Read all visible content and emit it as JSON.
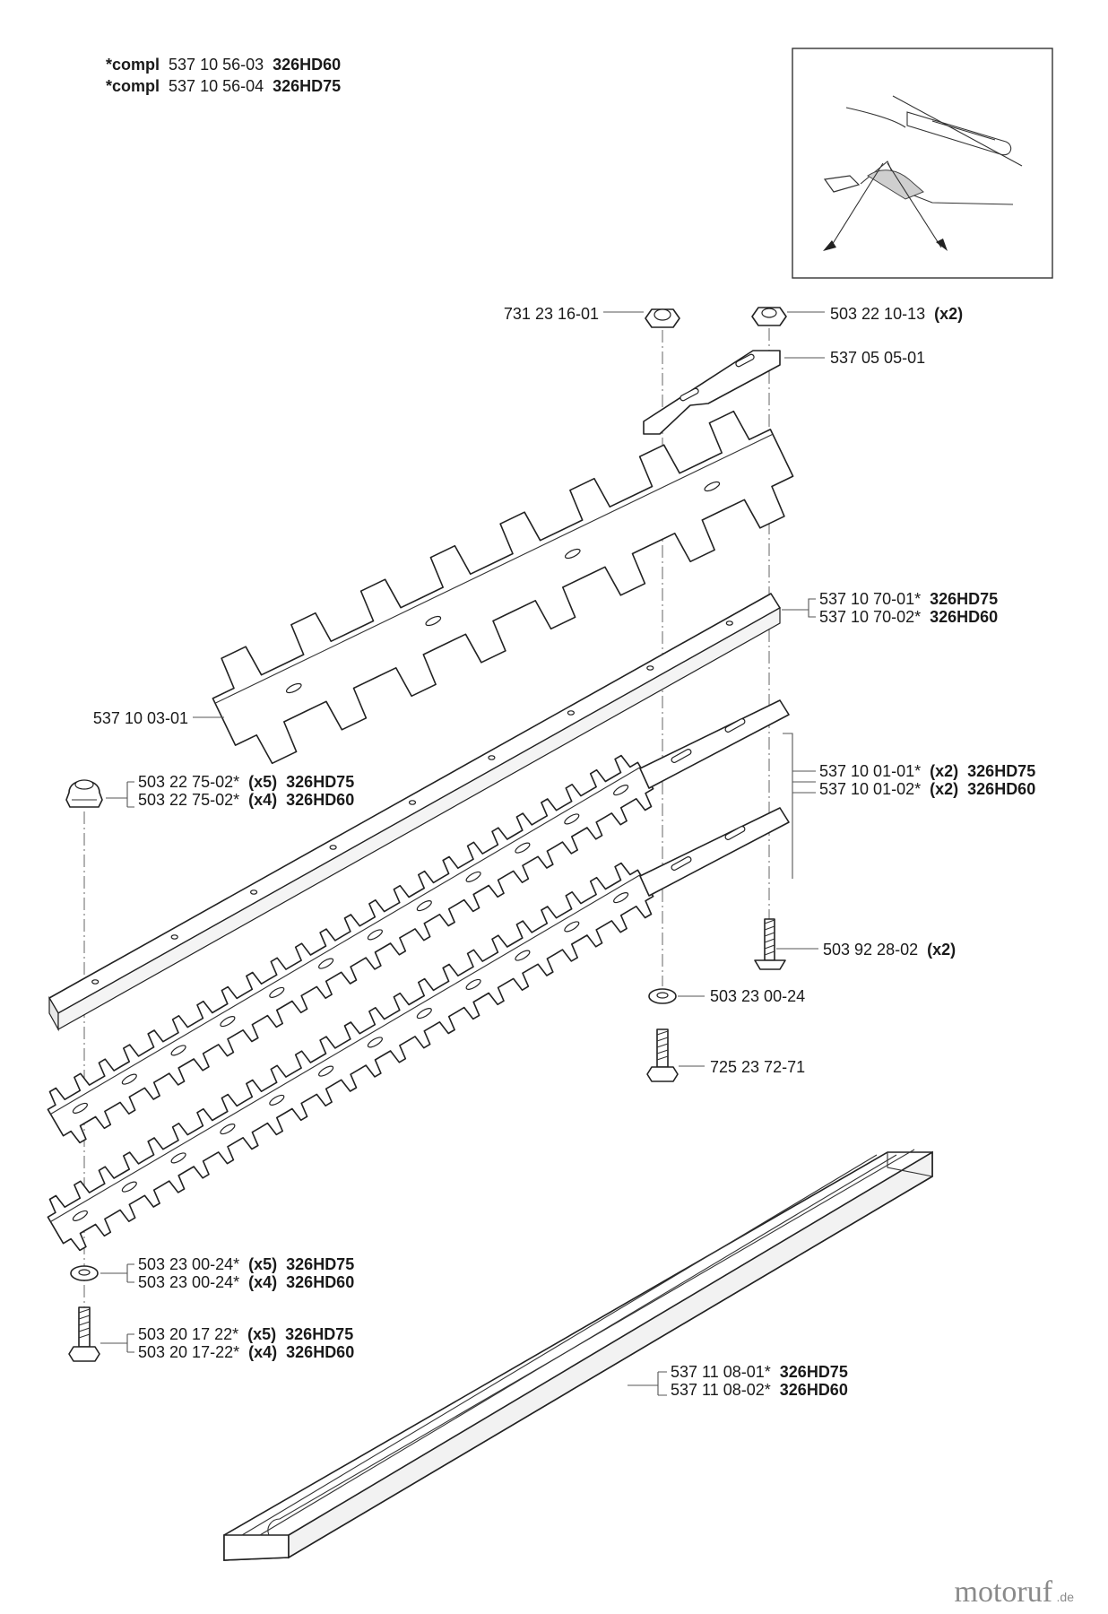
{
  "header": {
    "line1": {
      "prefix": "*compl",
      "number": "537 10 56-03",
      "model": "326HD60"
    },
    "line2": {
      "prefix": "*compl",
      "number": "537 10 56-04",
      "model": "326HD75"
    }
  },
  "callouts": {
    "nut_left": {
      "number": "731 23 16-01"
    },
    "nut_right": {
      "number": "503 22 10-13",
      "qty": "(x2)"
    },
    "plate": {
      "number": "537 05 05-01"
    },
    "blade_top": {
      "number": "537 10 03-01"
    },
    "bar": [
      {
        "number": "537 10 70-01*",
        "model": "326HD75"
      },
      {
        "number": "537 10 70-02*",
        "model": "326HD60"
      }
    ],
    "cap_nut": [
      {
        "number": "503 22 75-02*",
        "qty": "(x5)",
        "model": "326HD75"
      },
      {
        "number": "503 22 75-02*",
        "qty": "(x4)",
        "model": "326HD60"
      }
    ],
    "blades": [
      {
        "number": "537 10 01-01*",
        "qty": "(x2)",
        "model": "326HD75"
      },
      {
        "number": "537 10 01-02*",
        "qty": "(x2)",
        "model": "326HD60"
      }
    ],
    "screw_right": {
      "number": "503 92 28-02",
      "qty": "(x2)"
    },
    "washer_mid": {
      "number": "503 23 00-24"
    },
    "bolt_mid": {
      "number": "725 23 72-71"
    },
    "washer_left": [
      {
        "number": "503 23 00-24*",
        "qty": "(x5)",
        "model": "326HD75"
      },
      {
        "number": "503 23 00-24*",
        "qty": "(x4)",
        "model": "326HD60"
      }
    ],
    "bolt_left": [
      {
        "number": "503 20 17 22*",
        "qty": "(x5)",
        "model": "326HD75"
      },
      {
        "number": "503 20 17-22*",
        "qty": "(x4)",
        "model": "326HD60"
      }
    ],
    "guard": [
      {
        "number": "537 11 08-01*",
        "model": "326HD75"
      },
      {
        "number": "537 11 08-02*",
        "model": "326HD60"
      }
    ]
  },
  "watermark": {
    "brand": "motoruf",
    "tld": ".de"
  }
}
